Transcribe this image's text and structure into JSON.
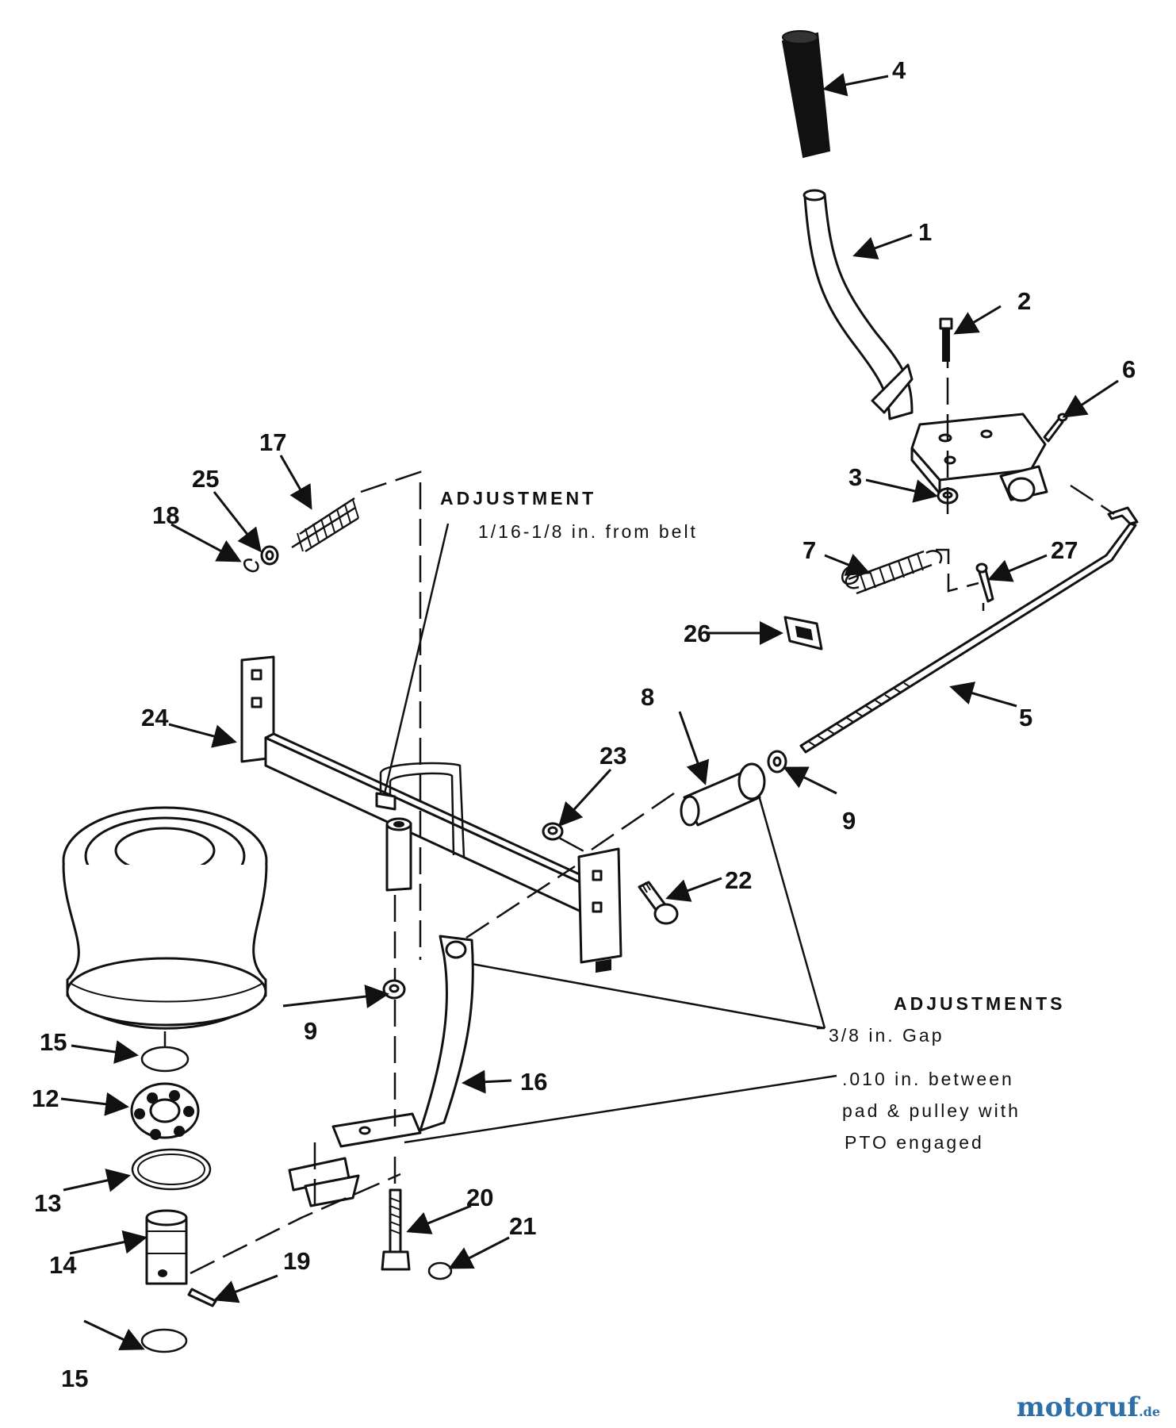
{
  "callouts": {
    "c1": "1",
    "c2": "2",
    "c3": "3",
    "c4": "4",
    "c5": "5",
    "c6": "6",
    "c7": "7",
    "c8": "8",
    "c9a": "9",
    "c9b": "9",
    "c12": "12",
    "c13": "13",
    "c14": "14",
    "c15a": "15",
    "c15b": "15",
    "c16": "16",
    "c17": "17",
    "c18": "18",
    "c19": "19",
    "c20": "20",
    "c21": "21",
    "c22": "22",
    "c23": "23",
    "c24": "24",
    "c25": "25",
    "c26": "26",
    "c27": "27"
  },
  "notes": {
    "adjustment_title": "ADJUSTMENT",
    "adjustment_value": "1/16-1/8 in. from belt",
    "adjustments_title": "ADJUSTMENTS",
    "gap": "3/8 in. Gap",
    "clearance_line1": ".010 in. between",
    "clearance_line2": "pad & pulley with",
    "clearance_line3": "PTO engaged"
  },
  "watermark": {
    "brand": "motoruf",
    "suffix": ".de"
  },
  "colors": {
    "ink": "#111111",
    "background": "#ffffff",
    "watermark": "#2e6fa8"
  }
}
